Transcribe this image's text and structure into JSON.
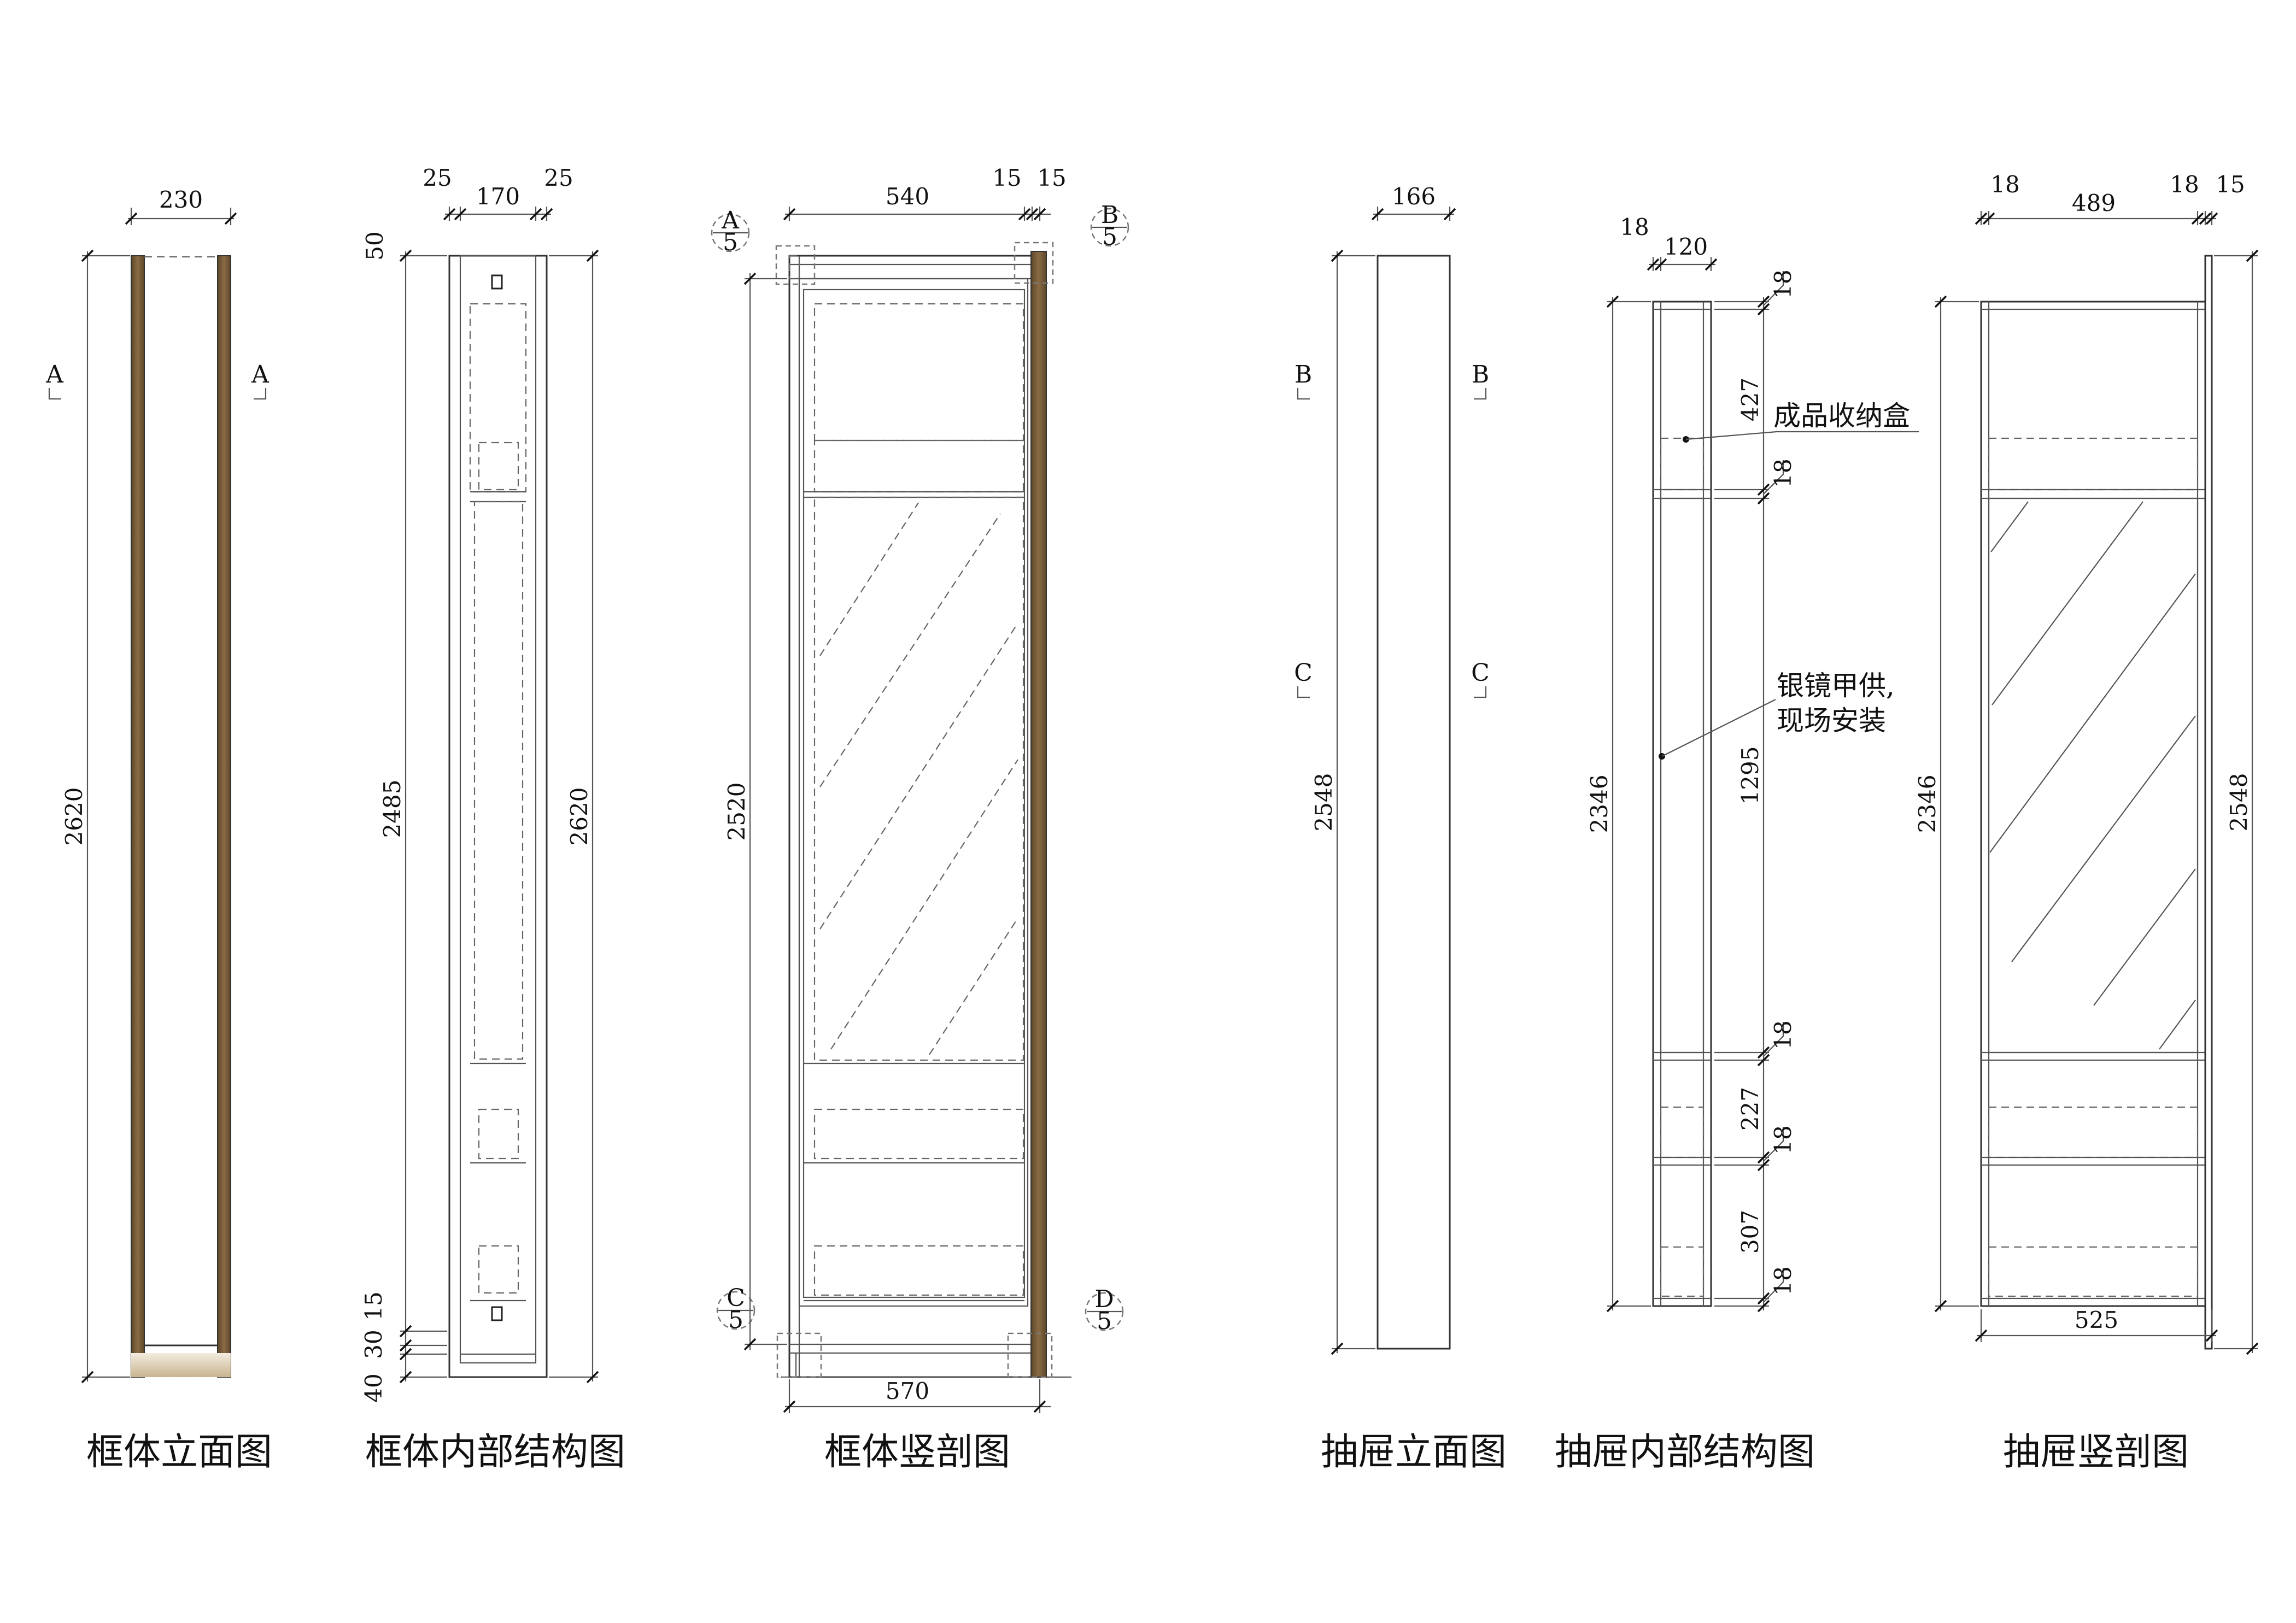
{
  "titles": {
    "frame_elevation": "框体立面图",
    "frame_internal": "框体内部结构图",
    "frame_section": "框体竖剖图",
    "drawer_elevation": "抽屉立面图",
    "drawer_internal": "抽屉内部结构图",
    "drawer_section": "抽屉竖剖图"
  },
  "section_marks": {
    "a": "A",
    "b": "B",
    "c": "C",
    "d": "D",
    "detail_num": "5"
  },
  "notes": {
    "storage_box": "成品收纳盒",
    "mirror_line1": "银镜甲供,",
    "mirror_line2": "现场安装"
  },
  "dims": {
    "fe_width": "230",
    "fe_height": "2620",
    "fi_side_l": "25",
    "fi_inner": "170",
    "fi_side_r": "25",
    "fi_top": "50",
    "fi_inner_h": "2485",
    "fi_bot_a": "15",
    "fi_bot_b": "30",
    "fi_bot_c": "40",
    "fi_height": "2620",
    "fs_width": "540",
    "fs_t1": "15",
    "fs_t2": "15",
    "fs_height": "2520",
    "fs_base": "570",
    "de_width": "166",
    "de_height": "2548",
    "di_side": "18",
    "di_width": "120",
    "di_height": "2346",
    "di_s1": "18",
    "di_s2": "427",
    "di_s3": "18",
    "di_s4": "1295",
    "di_s5": "18",
    "di_s6": "227",
    "di_s7": "18",
    "di_s8": "307",
    "di_s9": "18",
    "ds_side_l": "18",
    "ds_inner": "489",
    "ds_side_r": "18",
    "ds_back": "15",
    "ds_inner_h": "2346",
    "ds_total_h": "2548",
    "ds_base": "525"
  },
  "colors": {
    "veneer_dark": "#6b5233",
    "veneer_mid": "#8a6c45",
    "veneer_light": "#c9b48e",
    "line": "#333333"
  }
}
